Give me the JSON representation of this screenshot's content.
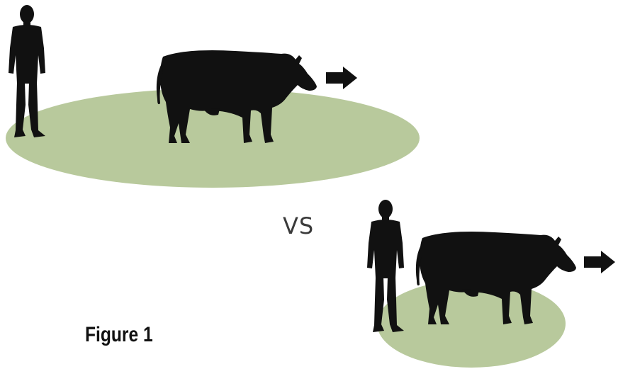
{
  "colors": {
    "silhouette": "#111111",
    "flight_zone": "#b8c99c",
    "background": "#ffffff"
  },
  "panels": [
    {
      "id": "large-flight-zone",
      "icons": [
        "person-icon",
        "cow-icon",
        "arrow-right-icon"
      ]
    },
    {
      "id": "small-flight-zone",
      "icons": [
        "person-icon",
        "cow-icon",
        "arrow-right-icon"
      ]
    }
  ],
  "comparison_label": "VS",
  "caption": "Figure 1"
}
